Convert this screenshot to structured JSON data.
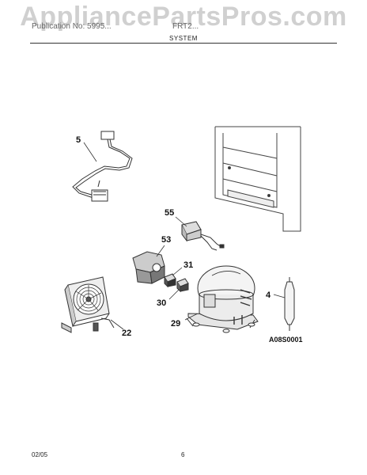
{
  "header": {
    "left_text": "Publication No: 5995...",
    "right_text": "FRT2...",
    "section_title": "SYSTEM"
  },
  "watermark": "AppliancePartsPros.com",
  "diagram": {
    "code": "A08S0001",
    "callouts": [
      "5",
      "55",
      "53",
      "31",
      "30",
      "4",
      "22",
      "29"
    ]
  },
  "footer": {
    "date": "02/05",
    "page": "6"
  }
}
